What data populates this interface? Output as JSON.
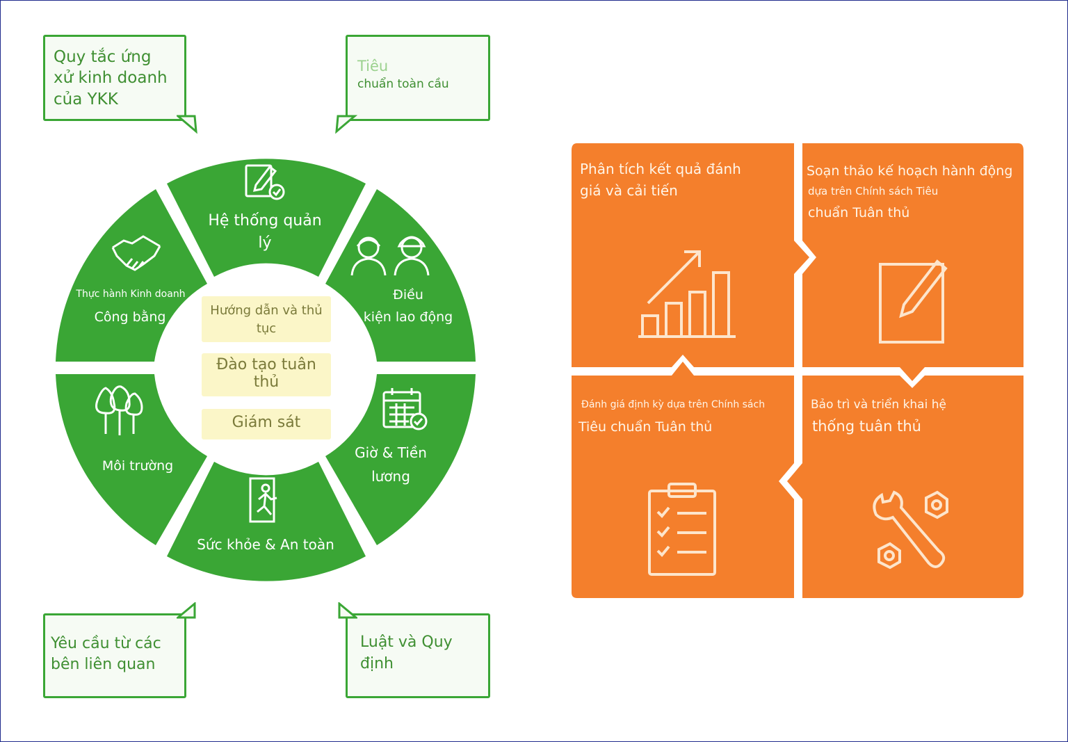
{
  "colors": {
    "green": "#3aa635",
    "green_text": "#3f8f32",
    "center_fill": "#fbf6c8",
    "orange": "#f47f2c",
    "border": "#1f2a8c"
  },
  "callouts": {
    "top_left": "Quy tắc ứng\nxử kinh doanh\ncủa YKK",
    "top_right_title": "Tiêu",
    "top_right_sub": "chuẩn toàn cầu",
    "bottom_left": "Yêu cầu từ các\nbên liên quan",
    "bottom_right": "Luật và Quy\nđịnh"
  },
  "wheel": {
    "segments": [
      {
        "label": "Hệ thống quản\nlý",
        "icon": "document-check-icon"
      },
      {
        "label": "Điều\nkiện lao động",
        "icon": "workers-icon"
      },
      {
        "label": "Giờ & Tiền\nlương",
        "icon": "calendar-check-icon"
      },
      {
        "label": "Sức khỏe & An toàn",
        "icon": "emergency-exit-icon"
      },
      {
        "label": "Môi trường",
        "icon": "trees-icon"
      },
      {
        "label_small": "Thực hành Kinh doanh",
        "label": "Công bằng",
        "icon": "handshake-icon"
      }
    ],
    "center": [
      "Hướng dẫn và thủ\ntục",
      "Đào tạo tuân\nthủ",
      "Giám sát"
    ]
  },
  "cycle": {
    "q1": {
      "label": "Phân tích kết quả đánh\ngiá và cải tiến",
      "icon": "growth-chart-icon"
    },
    "q2": {
      "label_line1": "Soạn thảo kế hoạch hành động",
      "label_line2": "dựa trên Chính sách Tiêu",
      "label_line3": "chuẩn Tuân thủ",
      "icon": "edit-document-icon"
    },
    "q3": {
      "label_small": "Đánh giá định kỳ dựa trên Chính sách",
      "label": "Tiêu chuẩn Tuân thủ",
      "icon": "clipboard-checklist-icon"
    },
    "q4": {
      "label_line1": "Bảo trì và triển khai hệ",
      "label_line2": "thống tuân thủ",
      "icon": "wrench-bolt-icon"
    }
  }
}
